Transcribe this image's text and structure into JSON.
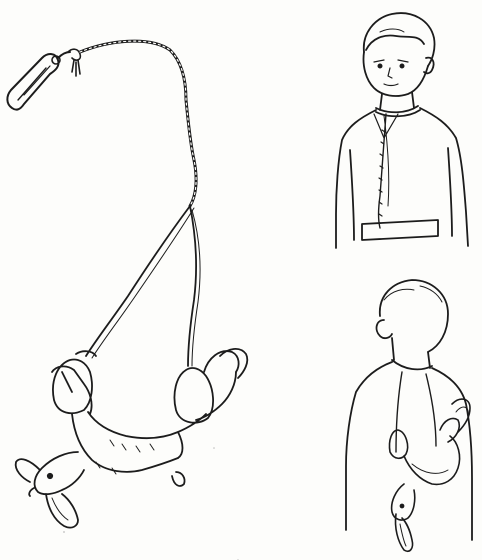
{
  "illustration": {
    "panels": [
      {
        "id": "cord-with-hare",
        "icons": [
          "snap-hook-icon",
          "twisted-cord-icon",
          "hare-icon"
        ]
      },
      {
        "id": "boy-front",
        "icons": [
          "boy-front-icon"
        ]
      },
      {
        "id": "boy-back-carrying-hare",
        "icons": [
          "boy-back-icon",
          "hare-icon"
        ]
      }
    ],
    "colors": {
      "ink": "#1c1c1c",
      "paper": "#fdfdfb"
    }
  }
}
